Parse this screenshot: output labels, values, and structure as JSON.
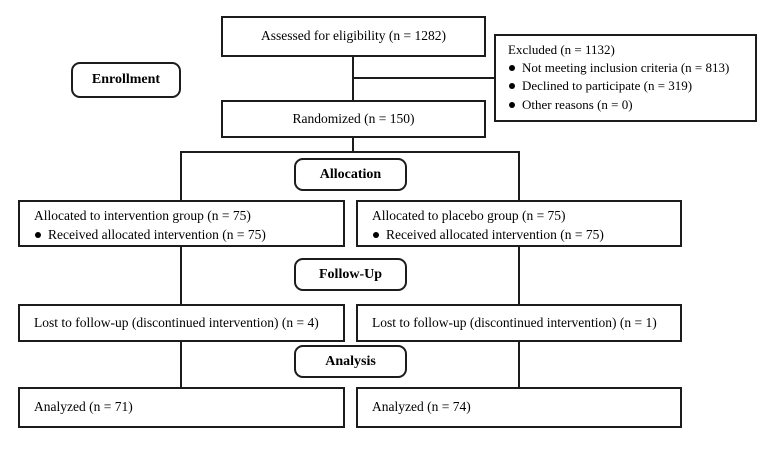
{
  "diagram": {
    "type": "consort-flow",
    "colors": {
      "border": "#1c1c1c",
      "background": "#ffffff",
      "text": "#000000"
    },
    "stages": {
      "enrollment": "Enrollment",
      "allocation": "Allocation",
      "follow_up": "Follow-Up",
      "analysis": "Analysis"
    },
    "assessed": {
      "text": "Assessed for eligibility (n = 1282)"
    },
    "excluded": {
      "title": "Excluded (n = 1132)",
      "items": [
        "Not meeting inclusion criteria (n = 813)",
        "Declined to participate (n = 319)",
        "Other reasons (n = 0)"
      ]
    },
    "randomized": {
      "text": "Randomized (n = 150)"
    },
    "arms": {
      "intervention": {
        "title": "Allocated to intervention group (n = 75)",
        "bullet": "Received allocated intervention (n = 75)"
      },
      "placebo": {
        "title": "Allocated to placebo group (n = 75)",
        "bullet": "Received allocated intervention (n = 75)"
      }
    },
    "follow_up_row": {
      "intervention": {
        "text": "Lost to follow-up (discontinued intervention) (n = 4)"
      },
      "placebo": {
        "text": "Lost to follow-up (discontinued intervention) (n = 1)"
      }
    },
    "analysis_row": {
      "intervention": {
        "text": "Analyzed (n = 71)"
      },
      "placebo": {
        "text": "Analyzed (n = 74)"
      }
    }
  }
}
